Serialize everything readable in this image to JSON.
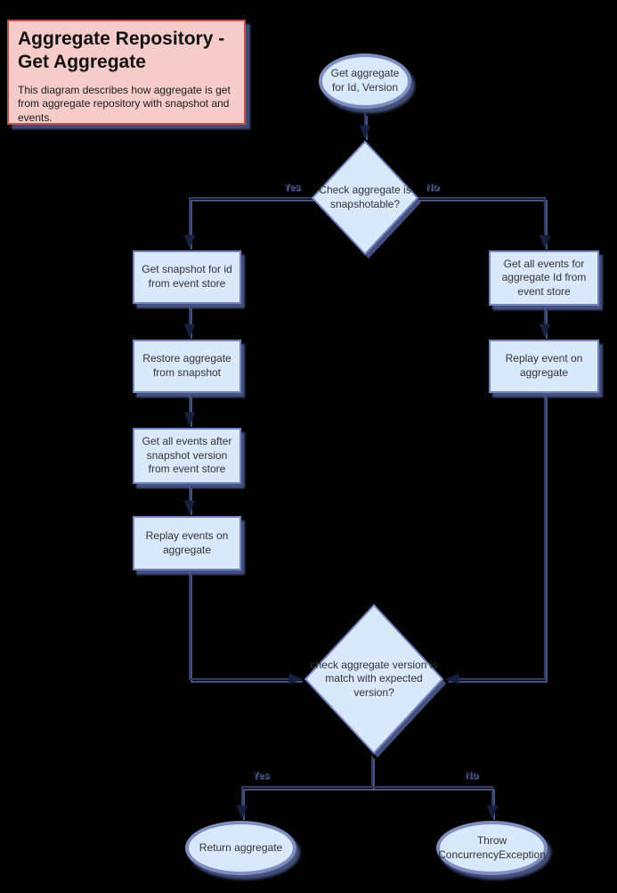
{
  "title": {
    "heading": "Aggregate Repository - Get Aggregate",
    "description": "This diagram describes how aggregate is get from aggregate repository with snapshot and events."
  },
  "nodes": {
    "start": {
      "label": "Get aggregate for Id, Version",
      "type": "ellipse"
    },
    "check_snapshotable": {
      "label": "Check aggregate is snapshotable?",
      "type": "decision"
    },
    "get_snapshot": {
      "label": "Get snapshot for id from event store",
      "type": "process"
    },
    "restore_aggregate": {
      "label": "Restore aggregate from snapshot",
      "type": "process"
    },
    "get_events_after_snapshot": {
      "label": "Get all events after snapshot version from event store",
      "type": "process"
    },
    "replay_events": {
      "label": "Replay events on aggregate",
      "type": "process"
    },
    "get_all_events": {
      "label": "Get all events for aggregate Id from event store",
      "type": "process"
    },
    "replay_event": {
      "label": "Replay event on aggregate",
      "type": "process"
    },
    "check_version": {
      "label": "check aggregate version is match with expected version?",
      "type": "decision"
    },
    "return_aggregate": {
      "label": "Return aggregate",
      "type": "ellipse"
    },
    "throw_exception": {
      "label": "Throw ConcurrencyException",
      "type": "ellipse"
    }
  },
  "edge_labels": {
    "snapshotable_yes": "Yes",
    "snapshotable_no": "No",
    "version_yes": "Yes",
    "version_no": "No"
  },
  "colors": {
    "background": "#000000",
    "node_fill": "#dae8fc",
    "node_border": "#7285c2",
    "title_fill": "#f6cccb",
    "title_border": "#c0504d",
    "edge_line": "#2e3c66",
    "shadow": "#525f94"
  }
}
